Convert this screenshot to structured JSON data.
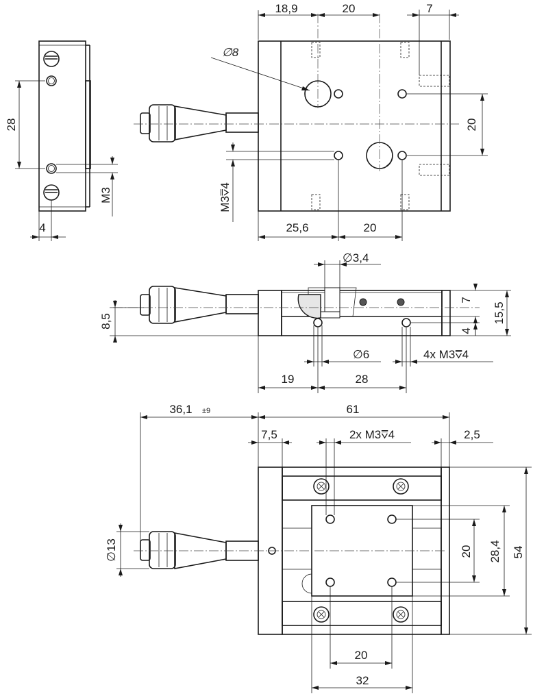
{
  "dimensions": {
    "top_view": {
      "d1": "18,9",
      "d2": "20",
      "d3": "7",
      "d4": "∅8",
      "d5": "20",
      "d6": "M3⩢4",
      "d7": "25,6",
      "d8": "20"
    },
    "side_view": {
      "d1": "28",
      "d2": "M3",
      "d3": "4"
    },
    "front_view": {
      "d1": "∅3,4",
      "d2": "7",
      "d3": "15,5",
      "d4": "8,5",
      "d5": "4",
      "d6": "∅6",
      "d7": "4x M3⩢4",
      "d8": "19",
      "d9": "28"
    },
    "bottom_view": {
      "d1": "36,1",
      "d1_tol": "±9",
      "d2": "61",
      "d3": "7,5",
      "d4": "2x M3⩢4",
      "d5": "2,5",
      "d6": "∅13",
      "d7": "20",
      "d8": "28,4",
      "d9": "54",
      "d10": "20",
      "d11": "32"
    }
  }
}
